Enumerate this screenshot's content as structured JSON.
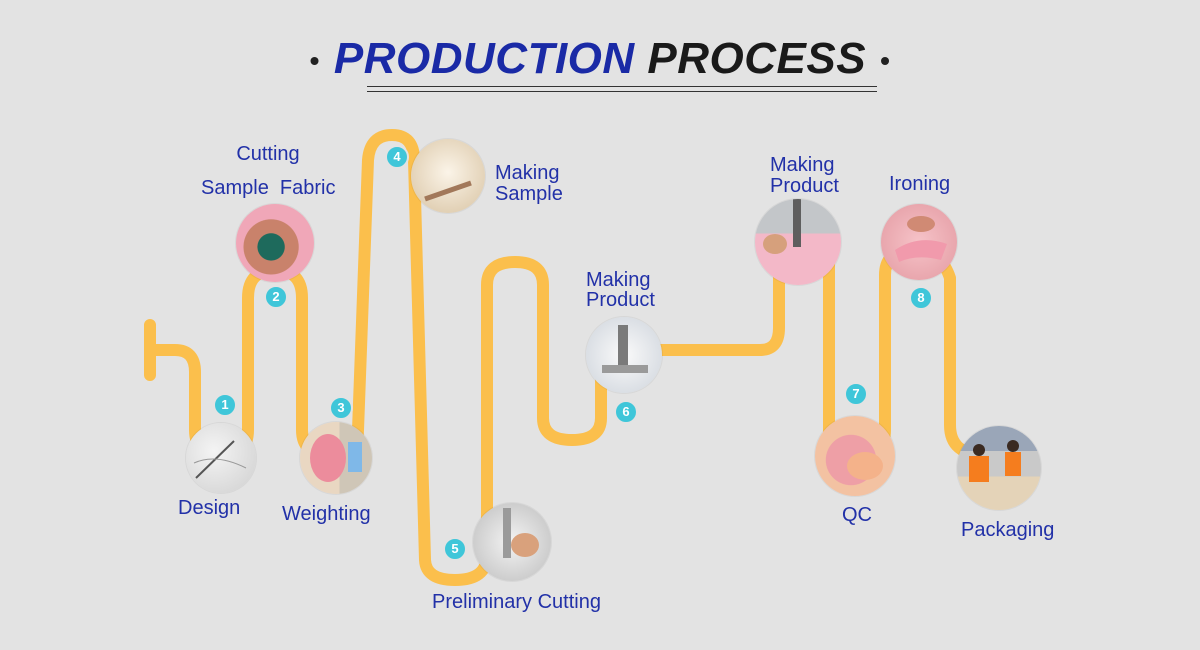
{
  "title": {
    "part1": "PRODUCTION",
    "part2": "PROCESS"
  },
  "colors": {
    "path": "#fbbf4c",
    "label": "#2231a8",
    "badge": "#3fc6d9",
    "title_blue": "#1a2aa6"
  },
  "steps": [
    {
      "num": "1",
      "label": "Design",
      "image": "design-photo"
    },
    {
      "num": "2",
      "label_lines": [
        "Cutting",
        "Sample  Fabric"
      ],
      "image": "cutting-sample-fabric-photo"
    },
    {
      "num": "3",
      "label": "Weighting",
      "image": "weighting-photo"
    },
    {
      "num": "4",
      "label_lines": [
        "Making",
        "Sample"
      ],
      "image": "making-sample-photo"
    },
    {
      "num": "5",
      "label": "Preliminary Cutting",
      "image": "preliminary-cutting-photo"
    },
    {
      "num": "6",
      "label_lines": [
        "Making",
        "Product"
      ],
      "image": "sewing-machine-photo"
    },
    {
      "num": "",
      "label_lines": [
        "Making",
        "Product"
      ],
      "image": "making-product-photo"
    },
    {
      "num": "7",
      "label": "QC",
      "image": "qc-photo"
    },
    {
      "num": "8",
      "label": "Ironing",
      "image": "ironing-photo"
    },
    {
      "num": "",
      "label": "Packaging",
      "image": "packaging-photo"
    }
  ]
}
